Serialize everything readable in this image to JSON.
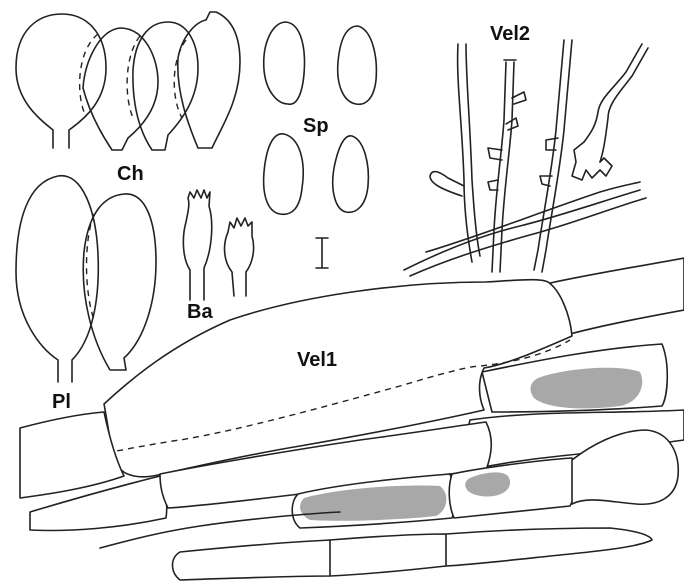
{
  "labels": {
    "ch": "Ch",
    "sp": "Sp",
    "vel2": "Vel2",
    "ba": "Ba",
    "pl": "Pl",
    "vel1": "Vel1"
  },
  "colors": {
    "outline": "#222222",
    "pigment": "#a8a8a8",
    "background": "#ffffff"
  }
}
